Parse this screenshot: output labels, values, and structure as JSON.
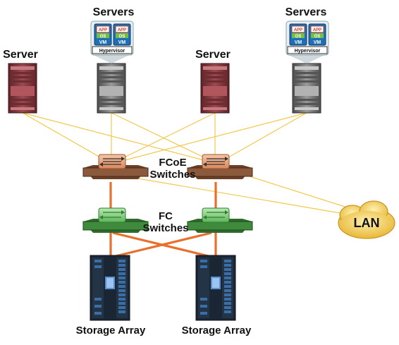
{
  "labels": {
    "servers_left_group": "Servers",
    "servers_right_group": "Servers",
    "server_far_left": "Server",
    "server_mid": "Server",
    "fcoe_line1": "FCoE",
    "fcoe_line2": "Switches",
    "fc_line1": "FC",
    "fc_line2": "Switches",
    "lan": "LAN",
    "storage_left": "Storage Array",
    "storage_right": "Storage Array"
  },
  "vm_stack": {
    "app": "APP",
    "os": "OS",
    "vm": "VM",
    "hypervisor": "Hypervisor"
  },
  "colors": {
    "ethernet_link": "#f2c84b",
    "fc_link": "#e8702c",
    "red_server": "#8a3a3f",
    "gray_server": "#7a7a7a",
    "fcoe_switch": "#e8a07a",
    "fc_switch": "#7fc97a",
    "storage": "#1e2a3a",
    "lan_cloud": "#f7d873"
  },
  "icons": [
    "red-server-icon",
    "gray-server-icon",
    "vm-stack-icon",
    "fcoe-switch-icon",
    "fc-switch-icon",
    "storage-array-icon",
    "lan-cloud-icon"
  ]
}
